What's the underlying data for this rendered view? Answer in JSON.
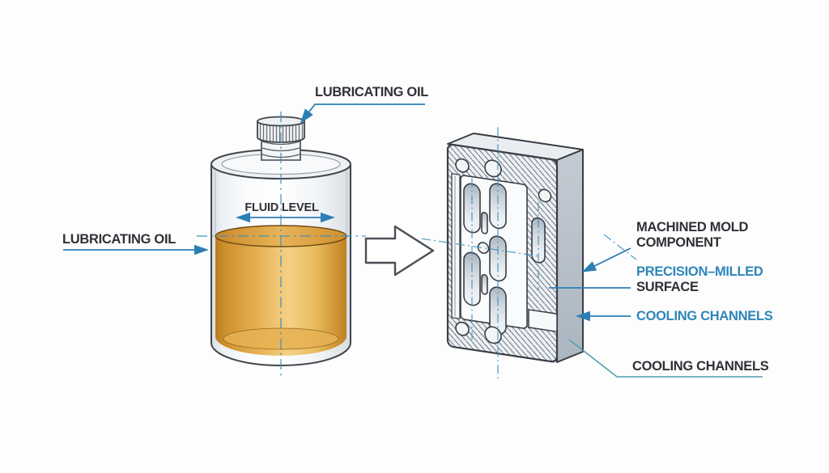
{
  "diagram": {
    "background": "#fdfdfe",
    "bottle": {
      "cap_label": "LUBRICATING OIL",
      "fluid_level_label": "FLUID LEVEL",
      "side_label": "LUBRICATING OIL",
      "oil_color": "#e6b152",
      "oil_edge_color": "#bd8025",
      "glass_outline_color": "#41464c"
    },
    "component": {
      "machined_mold_label": {
        "line1": "MACHINED MOLD",
        "line2": "COMPONENT"
      },
      "precision_milled_label": {
        "line1": "PRECISION–MILLED",
        "line2": "SURFACE"
      },
      "cooling_channels_upper_label": "COOLING CHANNELS",
      "cooling_channels_lower_label": "COOLING CHANNELS",
      "side_face_color": "#b6bfc9",
      "hatch_line_color": "#5f6a75"
    },
    "colors": {
      "accent_blue": "#2c7fb5",
      "blue_text": "#2e86b8",
      "dark_text": "#2f3136",
      "teal_leader": "#4f9fae",
      "centerline_blue": "#3d8fbf"
    },
    "icons": {
      "transform_arrow": "right-block-arrow"
    }
  }
}
